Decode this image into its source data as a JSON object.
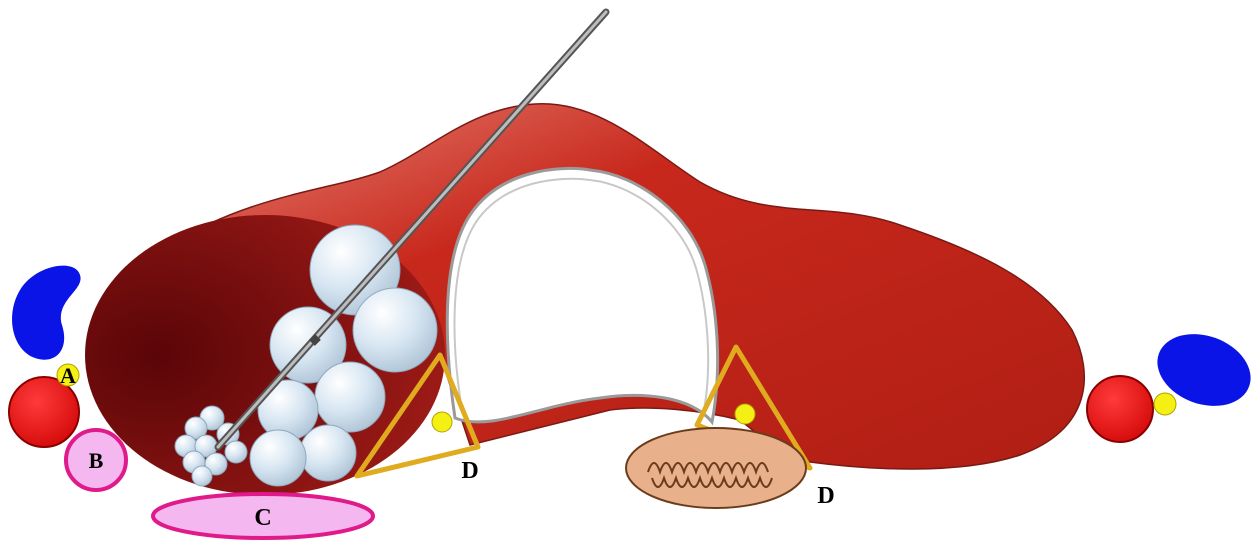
{
  "labels": {
    "a": "A",
    "b": "B",
    "c": "C",
    "d_left": "D",
    "d_right": "D"
  },
  "colors": {
    "muscle_light": "#e0766a",
    "muscle_mid": "#c8281c",
    "muscle_dark": "#8e1a14",
    "cut_face_dark": "#5a0508",
    "cut_face_light": "#a41d18",
    "artery": "#e41010",
    "vein": "#0a14e6",
    "nerve": "#f5f014",
    "triangle_outline": "#e0ab1e",
    "b_c_fill": "#f4b7ef",
    "b_c_outline": "#e01a8a",
    "bubble_fill": "#cfe0ee",
    "oval_fill": "#e9b08c",
    "needle": "#777777"
  },
  "icons": [
    "needle-icon",
    "vein-icon",
    "artery-icon",
    "nerve-icon"
  ]
}
